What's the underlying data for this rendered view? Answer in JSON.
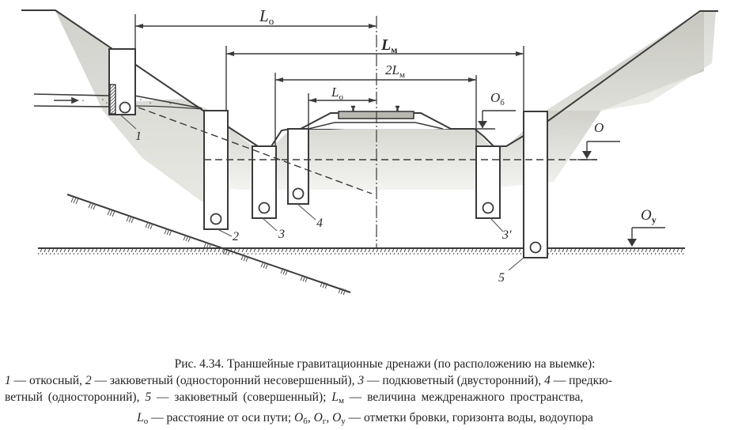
{
  "diagram": {
    "labels": {
      "L_o_top": {
        "main": "L",
        "sub": "о"
      },
      "L_m": {
        "main": "L",
        "sub": "м"
      },
      "two_L_m": {
        "main": "2L",
        "sub": "м"
      },
      "L_o_inner": {
        "main": "L",
        "sub": "о"
      },
      "O_b": {
        "main": "O",
        "sub": "б"
      },
      "O": {
        "main": "O"
      },
      "O_y": {
        "main": "O",
        "sub": "у"
      }
    },
    "drain_numbers": [
      "1",
      "2",
      "3",
      "4",
      "3′",
      "5"
    ],
    "colors": {
      "line": "#3a3a3a",
      "soil": "#bdbdb5",
      "fill_light": "#ffffff"
    }
  },
  "caption": {
    "title": "Рис. 4.34. Траншейные гравитационные дренажи (по расположению на выемке):",
    "line2": [
      {
        "n": "1",
        "t": " — откосный, "
      },
      {
        "n": "2",
        "t": " — закюветный (односторонний несовершенный), "
      },
      {
        "n": "3",
        "t": " — подкюветный (двусторонний), "
      },
      {
        "n": "4",
        "t": " — предкю-"
      }
    ],
    "line3_a": "ветный (односторонний), ",
    "line3_n5": "5",
    "line3_b": " — закюветный (совершенный); ",
    "line3_L": "L",
    "line3_Lsub": "м",
    "line3_c": " — величина  междренажного пространства,",
    "line4_L": "L",
    "line4_Lsub": "о",
    "line4_a": " — расстояние от оси пути; ",
    "line4_O1": "O",
    "line4_O1sub": "б",
    "line4_sep1": ", ",
    "line4_O2": "O",
    "line4_O2sub": "г",
    "line4_sep2": ", ",
    "line4_O3": "O",
    "line4_O3sub": "у",
    "line4_b": " — отметки бровки, горизонта воды, водоупора"
  }
}
